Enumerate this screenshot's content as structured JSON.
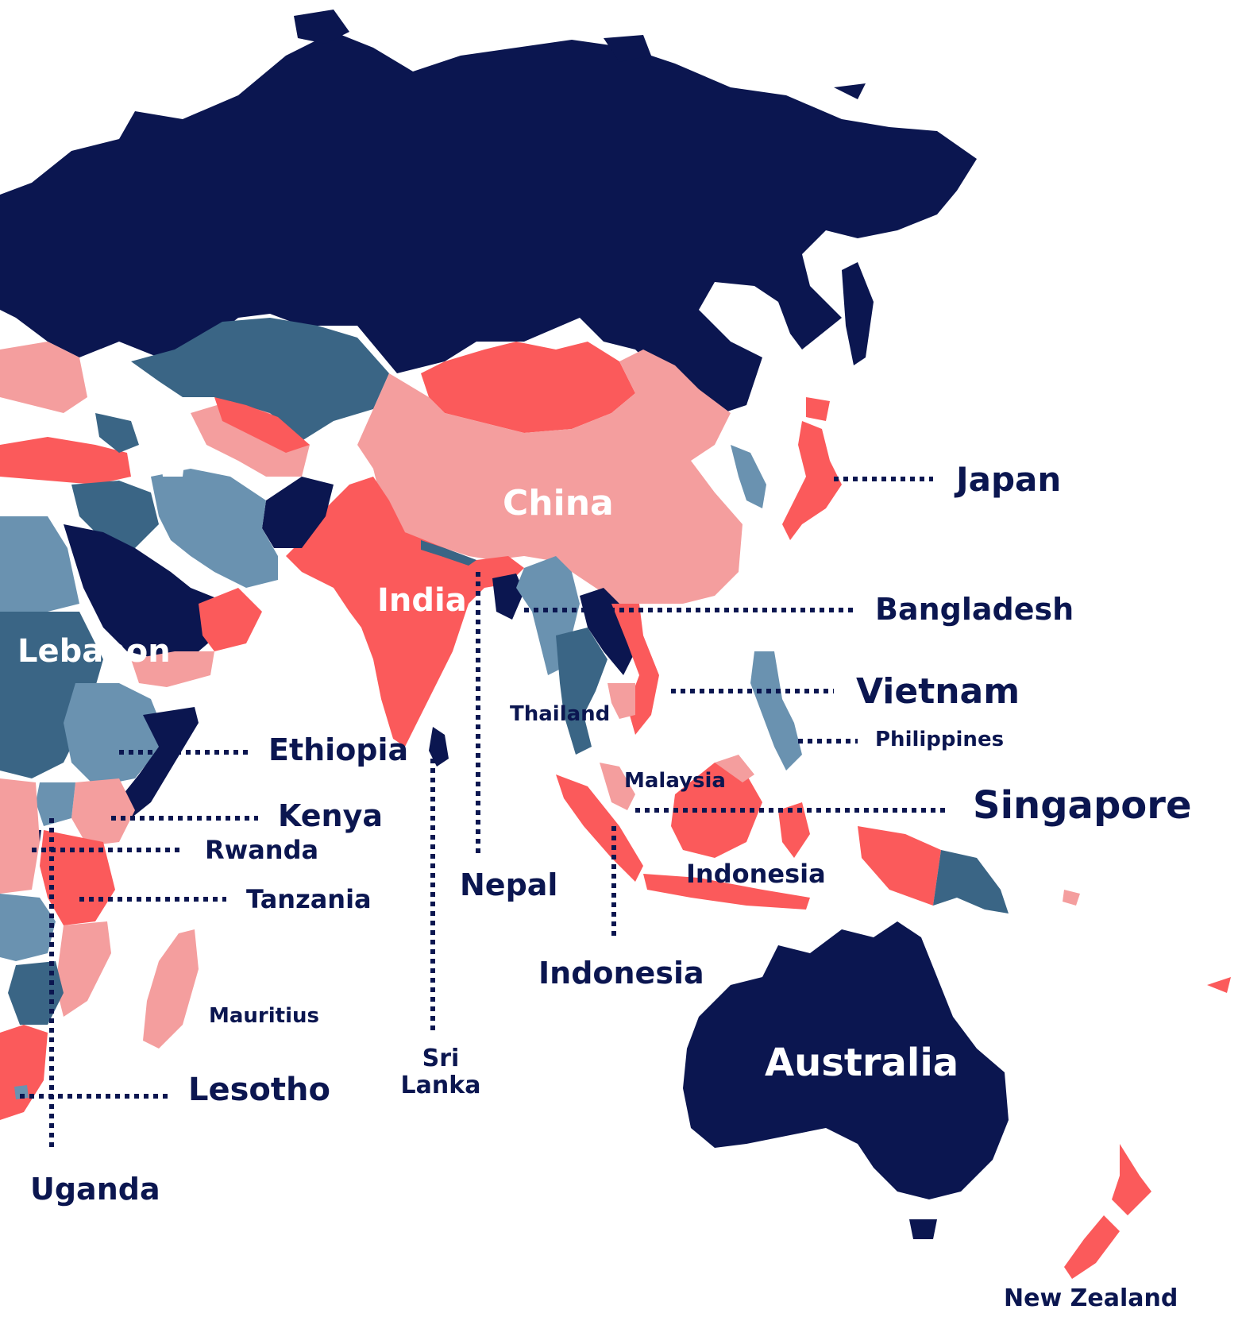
{
  "colors": {
    "navy": "#0b1650",
    "steel_dark": "#3a6585",
    "steel_light": "#6a92b0",
    "red": "#fb5a5b",
    "pink": "#f49e9e",
    "background": "#ffffff",
    "label": "#0b1650",
    "leader_line": "#0b1650"
  },
  "map_labels": {
    "china": "China",
    "india": "India",
    "lebanon": "Lebanon",
    "australia": "Australia",
    "thailand": "Thailand",
    "malaysia": "Malaysia",
    "indonesia_on_map": "Indonesia"
  },
  "callouts": {
    "japan": "Japan",
    "bangladesh": "Bangladesh",
    "vietnam": "Vietnam",
    "philippines": "Philippines",
    "singapore": "Singapore",
    "ethiopia": "Ethiopia",
    "kenya": "Kenya",
    "rwanda": "Rwanda",
    "tanzania": "Tanzania",
    "nepal": "Nepal",
    "indonesia": "Indonesia",
    "mauritius": "Mauritius",
    "sri_lanka_line1": "Sri",
    "sri_lanka_line2": "Lanka",
    "lesotho": "Lesotho",
    "uganda": "Uganda",
    "new_zealand": "New Zealand"
  }
}
